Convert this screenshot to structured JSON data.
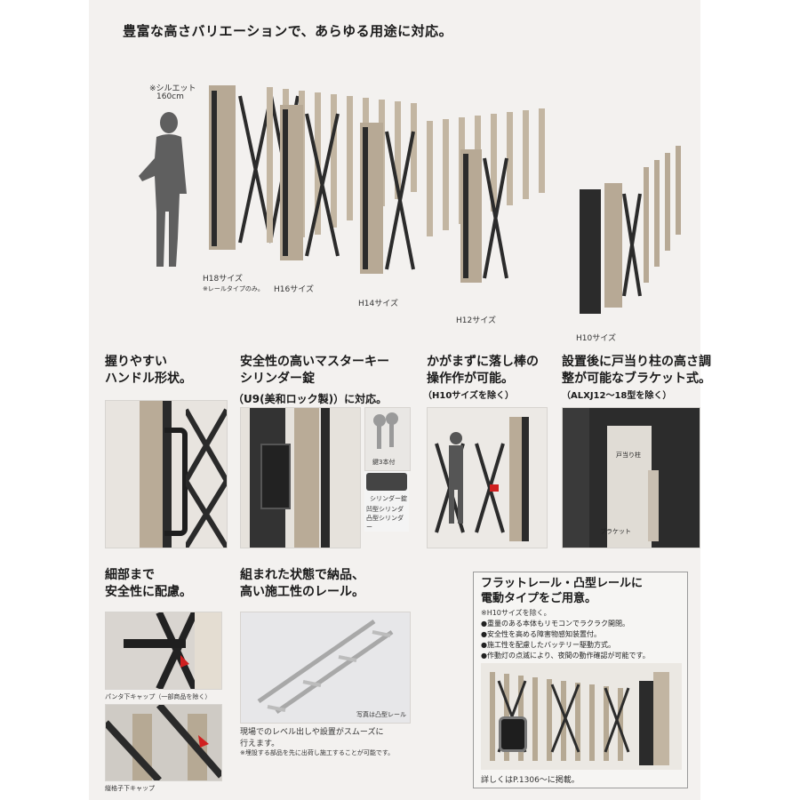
{
  "headline": "豊富な高さバリエーションで、あらゆる用途に対応。",
  "silhouette": {
    "label": "※シルエット",
    "height": "160cm"
  },
  "sizes": [
    {
      "name": "H18サイズ",
      "note": "※レールタイプのみ。"
    },
    {
      "name": "H16サイズ"
    },
    {
      "name": "H14サイズ"
    },
    {
      "name": "H12サイズ"
    },
    {
      "name": "H10サイズ"
    }
  ],
  "features": {
    "handle": {
      "title1": "握りやすい",
      "title2": "ハンドル形状。"
    },
    "lock": {
      "title1": "安全性の高いマスターキー",
      "title2": "シリンダー錠",
      "title3": "（U9(美和ロック製)）に対応。",
      "keys_note": "鍵3本付",
      "badge": "シリンダー錠",
      "cyl1": "凹型シリンダー",
      "cyl2": "凸型シリンダー"
    },
    "dropbar": {
      "title1": "かがまずに落し棒の",
      "title2": "操作作が可能。",
      "sub": "（H10サイズを除く）"
    },
    "bracket": {
      "title1": "設置後に戸当り柱の高さ調",
      "title2": "整が可能なブラケット式。",
      "sub": "（ALXJ12〜18型を除く）",
      "label_post": "戸当り柱",
      "label_bracket": "ブラケット"
    },
    "safety": {
      "title1": "細部まで",
      "title2": "安全性に配慮。",
      "cap1": "パンタ下キャップ（一部商品を除く）",
      "cap2": "縦格子下キャップ"
    },
    "rail": {
      "title1": "組まれた状態で納品、",
      "title2": "高い施工性のレール。",
      "photo_note": "写真は凸型レール",
      "desc1": "現場でのレベル出しや設置がスムーズに",
      "desc2": "行えます。",
      "desc3": "※埋設する部品を先に出荷し施工することが可能です。"
    },
    "electric": {
      "title1": "フラットレール・凸型レールに",
      "title2": "電動タイプをご用意。",
      "note": "※H10サイズを除く。",
      "bullets": [
        "●重量のある本体もリモコンでラクラク開閉。",
        "●安全性を高める障害物感知装置付。",
        "●施工性を配慮したバッテリー駆動方式。",
        "●作動灯の点滅により、夜間の動作確認が可能です。"
      ],
      "footer": "詳しくはP.1306〜に掲載。"
    }
  }
}
